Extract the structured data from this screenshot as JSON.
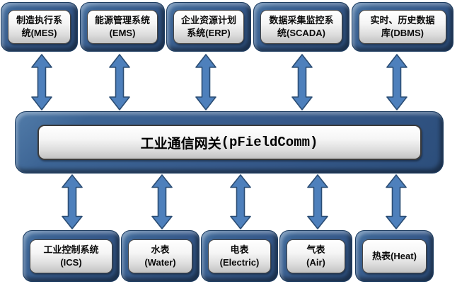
{
  "top_systems": [
    {
      "line1": "制造执行系",
      "line2": "统(MES)"
    },
    {
      "line1": "能源管理系统",
      "line2": "(EMS)"
    },
    {
      "line1": "企业资源计划",
      "line2": "系统(ERP)"
    },
    {
      "line1": "数据采集监控系",
      "line2": "统(SCADA)"
    },
    {
      "line1": "实时、历史数据",
      "line2": "库(DBMS)"
    }
  ],
  "gateway": {
    "name_cn": "工业通信网关",
    "name_en": "(pFieldComm)"
  },
  "bottom_devices": [
    {
      "line1": "工业控制系统",
      "line2": "(ICS)"
    },
    {
      "line1": "水表",
      "line2": "(Water)"
    },
    {
      "line1": "电表",
      "line2": "(Electric)"
    },
    {
      "line1": "气表",
      "line2": "(Air)"
    },
    {
      "line1": "热表(Heat)",
      "line2": ""
    }
  ],
  "icons": {
    "connector": "double-vertical-arrow"
  },
  "colors": {
    "box_blue": "#36598A",
    "box_blue_edge": "#1D3C60",
    "arrow_fill": "#4E80BC",
    "arrow_stroke": "#2B4D74",
    "inner_plate_top": "#FFFFFF",
    "inner_plate_bottom": "#C2C2C2",
    "text": "#000000"
  }
}
